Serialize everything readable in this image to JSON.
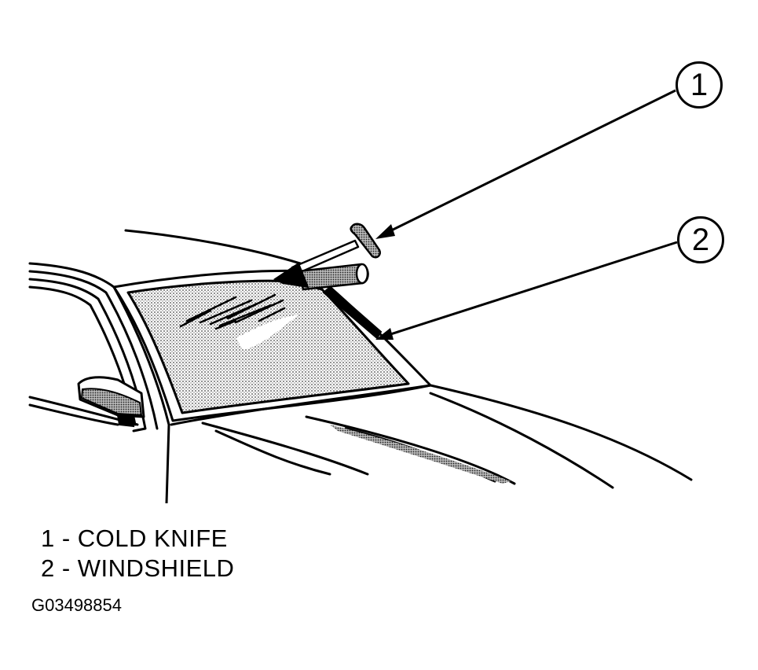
{
  "callouts": [
    {
      "number": "1"
    },
    {
      "number": "2"
    }
  ],
  "legend": [
    {
      "number": "1",
      "separator": "-",
      "label": "COLD KNIFE",
      "text": "1 - COLD KNIFE"
    },
    {
      "number": "2",
      "separator": "-",
      "label": "WINDSHIELD",
      "text": "2 - WINDSHIELD"
    }
  ],
  "figure_id": "G03498854",
  "colors": {
    "line": "#000000",
    "background": "#ffffff",
    "stipple": "#555555"
  }
}
